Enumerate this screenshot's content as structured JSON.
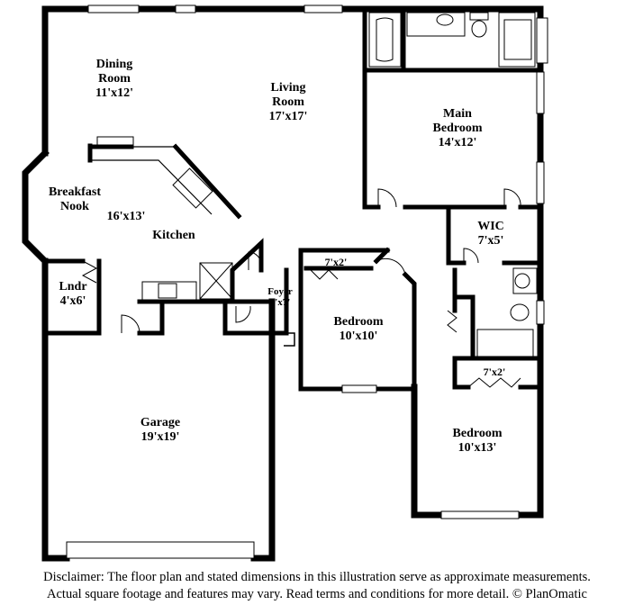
{
  "rooms": {
    "dining": {
      "name_line1": "Dining",
      "name_line2": "Room",
      "size": "11'x12'"
    },
    "living": {
      "name_line1": "Living",
      "name_line2": "Room",
      "size": "17'x17'"
    },
    "main_bedroom": {
      "name_line1": "Main",
      "name_line2": "Bedroom",
      "size": "14'x12'"
    },
    "breakfast_nook": {
      "name_line1": "Breakfast",
      "name_line2": "Nook"
    },
    "kitchen": {
      "size": "16'x13'",
      "name": "Kitchen"
    },
    "wic": {
      "name": "WIC",
      "size": "7'x5'"
    },
    "closet_a": {
      "size": "7'x2'"
    },
    "closet_b": {
      "size": "7'x2'"
    },
    "laundry": {
      "name": "Lndr",
      "size": "4'x6'"
    },
    "foyer": {
      "name": "Foyer",
      "size": "3'x7'"
    },
    "bedroom_mid": {
      "name": "Bedroom",
      "size": "10'x10'"
    },
    "bedroom_right": {
      "name": "Bedroom",
      "size": "10'x13'"
    },
    "garage": {
      "name": "Garage",
      "size": "19'x19'"
    }
  },
  "disclaimer": {
    "line1": "Disclaimer: The floor plan and stated dimensions in this illustration serve as approximate measurements.",
    "line2": "Actual square footage and features may vary. Read terms and conditions for more detail. © PlanOmatic"
  }
}
